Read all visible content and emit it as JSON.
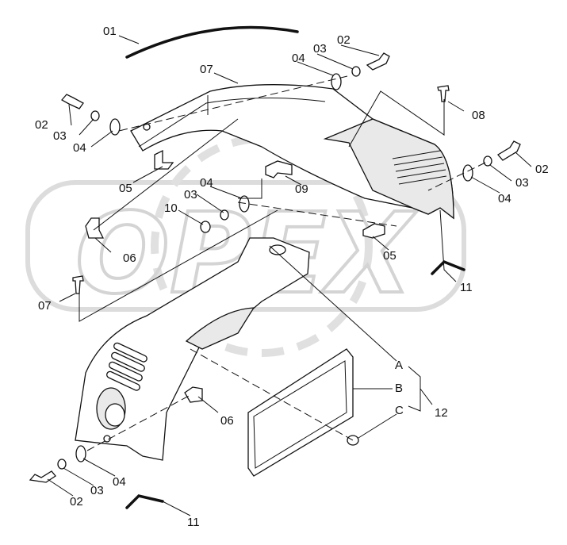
{
  "watermark": "OPEX",
  "labels": {
    "p01": "01",
    "p02a": "02",
    "p03a": "03",
    "p04a": "04",
    "p07a": "07",
    "p02b": "02",
    "p03b": "03",
    "p04b": "04",
    "p08": "08",
    "p02c": "02",
    "p03c": "03",
    "p04c": "04",
    "p05a": "05",
    "p09": "09",
    "p04d": "04",
    "p03d": "03",
    "p10": "10",
    "p05b": "05",
    "p06a": "06",
    "p11a": "11",
    "p07b": "07",
    "pA": "A",
    "pB": "B",
    "pC": "C",
    "p12": "12",
    "p06b": "06",
    "p02d": "02",
    "p03e": "03",
    "p04e": "04",
    "p11b": "11"
  }
}
